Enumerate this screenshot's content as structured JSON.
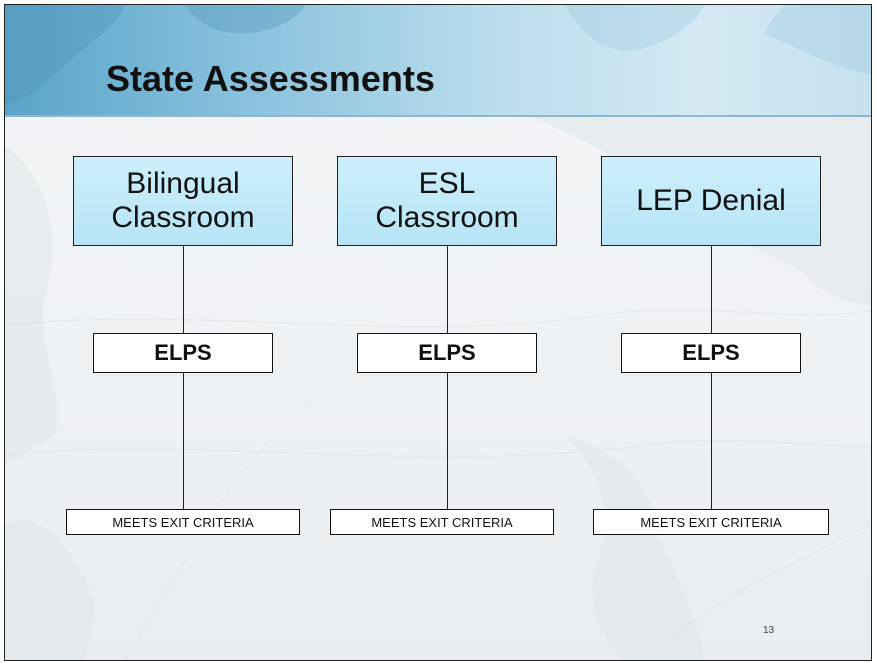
{
  "slide": {
    "title": "State Assessments",
    "page_number": "13"
  },
  "columns": [
    {
      "header_lines": [
        "Bilingual",
        "Classroom"
      ],
      "middle_label": "ELPS",
      "bottom_label": "MEETS EXIT CRITERIA"
    },
    {
      "header_lines": [
        "ESL",
        "Classroom"
      ],
      "middle_label": "ELPS",
      "bottom_label": "MEETS EXIT CRITERIA"
    },
    {
      "header_lines": [
        "LEP Denial"
      ],
      "middle_label": "ELPS",
      "bottom_label": "MEETS EXIT CRITERIA"
    }
  ],
  "colors": {
    "header_fill": "#b6e4f6",
    "title_band": "#84bfdb",
    "box_border": "#111111"
  }
}
